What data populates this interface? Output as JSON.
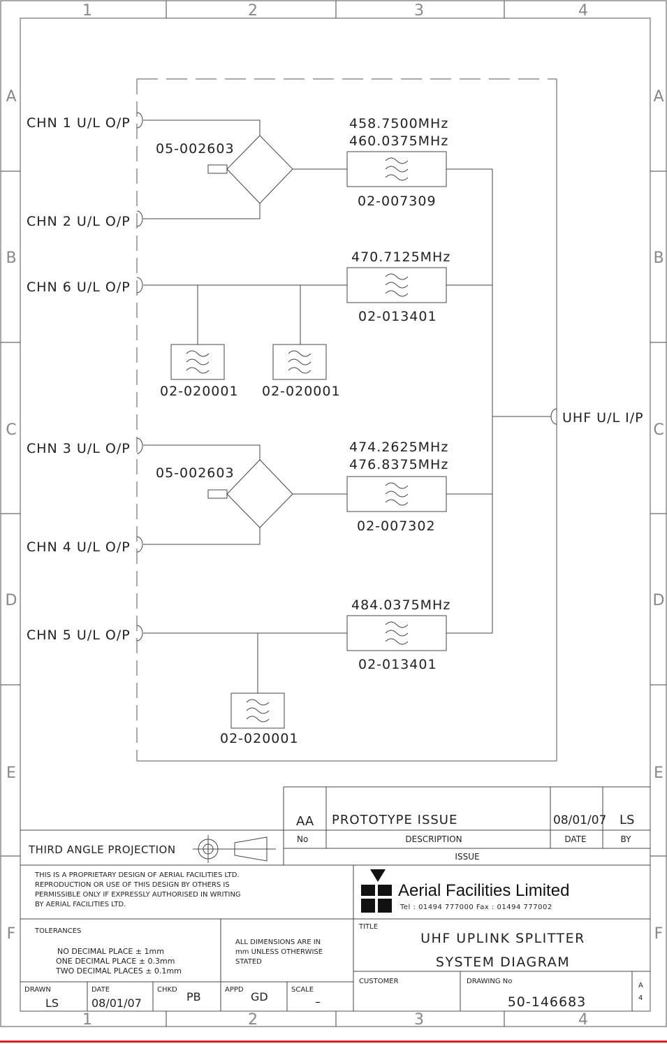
{
  "border": {
    "columns": [
      "1",
      "2",
      "3",
      "4"
    ],
    "rows": [
      "A",
      "B",
      "C",
      "D",
      "E",
      "F"
    ]
  },
  "ports": {
    "chn1": "CHN 1 U/L O/P",
    "chn2": "CHN 2 U/L O/P",
    "chn6": "CHN 6 U/L O/P",
    "chn3": "CHN 3 U/L O/P",
    "chn4": "CHN 4 U/L O/P",
    "chn5": "CHN 5 U/L O/P",
    "uhf_in": "UHF U/L I/P"
  },
  "components": {
    "splitter1": "05-002603",
    "splitter2": "05-002603",
    "filter1": {
      "freq1": "458.7500MHz",
      "freq2": "460.0375MHz",
      "part": "02-007309"
    },
    "filter2": {
      "freq1": "470.7125MHz",
      "part": "02-013401"
    },
    "filter3": {
      "freq1": "474.2625MHz",
      "freq2": "476.8375MHz",
      "part": "02-007302"
    },
    "filter4": {
      "freq1": "484.0375MHz",
      "part": "02-013401"
    },
    "notch1": "02-020001",
    "notch2": "02-020001",
    "notch3": "02-020001"
  },
  "title_block": {
    "issue_row": {
      "no": "AA",
      "description": "PROTOTYPE ISSUE",
      "date": "08/01/07",
      "by": "LS"
    },
    "headers": {
      "no": "No",
      "description": "DESCRIPTION",
      "date": "DATE",
      "by": "BY",
      "issue": "ISSUE"
    },
    "projection": "THIRD ANGLE PROJECTION",
    "proprietary": [
      "THIS IS A PROPRIETARY DESIGN OF AERIAL FACILITIES LTD.",
      "REPRODUCTION OR USE OF THIS DESIGN BY OTHERS IS",
      "PERMISSIBLE ONLY IF EXPRESSLY AUTHORISED IN WRITING",
      "BY AERIAL FACILITIES LTD."
    ],
    "company": "Aerial Facilities Limited",
    "contact": "Tel : 01494 777000 Fax : 01494 777002",
    "tolerances_label": "TOLERANCES",
    "tolerances": [
      "NO DECIMAL PLACE ± 1mm",
      "ONE DECIMAL PLACE ± 0.3mm",
      "TWO DECIMAL PLACES ± 0.1mm"
    ],
    "dimensions_note": [
      "ALL DIMENSIONS ARE IN",
      "mm UNLESS OTHERWISE",
      "STATED"
    ],
    "title_label": "TITLE",
    "title_line1": "UHF UPLINK SPLITTER",
    "title_line2": "SYSTEM DIAGRAM",
    "customer_label": "CUSTOMER",
    "drawing_no_label": "DRAWING No",
    "drawing_no": "50-146683",
    "size": "A",
    "size_num": "4",
    "drawn_label": "DRAWN",
    "drawn": "LS",
    "date_label": "DATE",
    "date": "08/01/07",
    "chkd_label": "CHKD",
    "chkd": "PB",
    "appd_label": "APPD",
    "appd": "GD",
    "scale_label": "SCALE",
    "scale": "–"
  },
  "colors": {
    "footer_rule": "#e02020",
    "line": "#444444",
    "logo": "#111111"
  }
}
